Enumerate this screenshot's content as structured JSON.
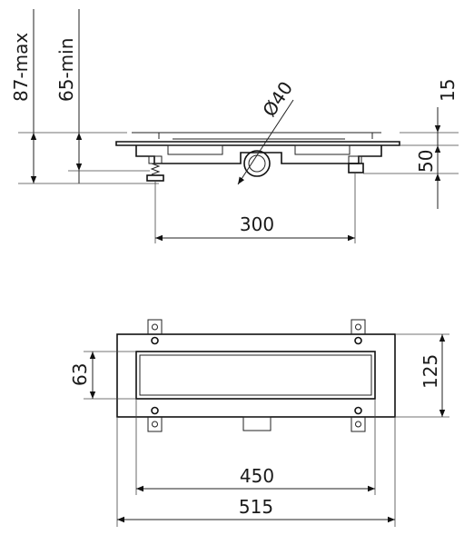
{
  "side_view": {
    "dim_87_max": "87-max",
    "dim_65_min": "65-min",
    "dim_diameter": "Ø40",
    "dim_15": "15",
    "dim_50": "50",
    "dim_300": "300"
  },
  "top_view": {
    "dim_63": "63",
    "dim_125": "125",
    "dim_450": "450",
    "dim_515": "515"
  }
}
